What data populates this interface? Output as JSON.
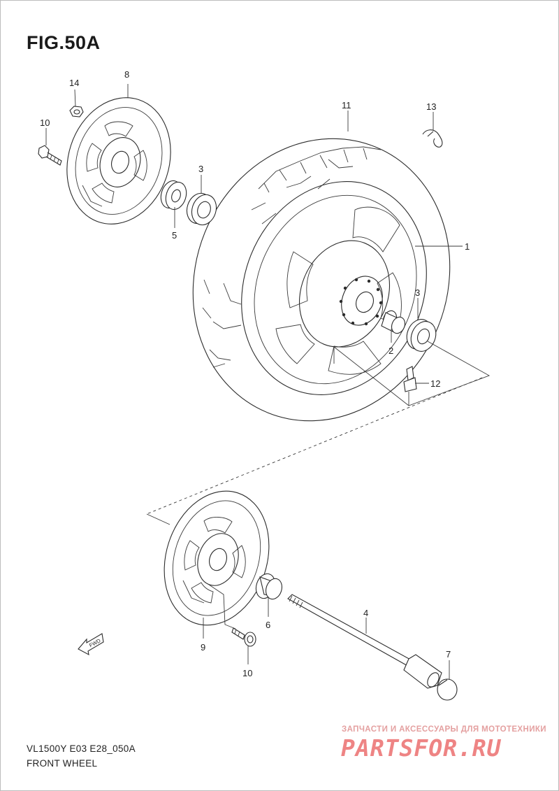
{
  "figure": {
    "title": "FIG.50A"
  },
  "callouts": {
    "c1": "1",
    "c2": "2",
    "c3a": "3",
    "c3b": "3",
    "c4": "4",
    "c5": "5",
    "c6": "6",
    "c7": "7",
    "c8": "8",
    "c9": "9",
    "c10a": "10",
    "c10b": "10",
    "c11": "11",
    "c12": "12",
    "c13": "13",
    "c14": "14"
  },
  "fwd_label": "FWD",
  "footer": {
    "model_code": "VL1500Y E03 E28_050A",
    "section_name": "FRONT WHEEL"
  },
  "watermark": {
    "tagline": "ЗАПЧАСТИ И АКСЕССУАРЫ ДЛЯ МОТОТЕХНИКИ",
    "brand": "PARTSFOR.RU",
    "color": "#ec6f6f"
  }
}
